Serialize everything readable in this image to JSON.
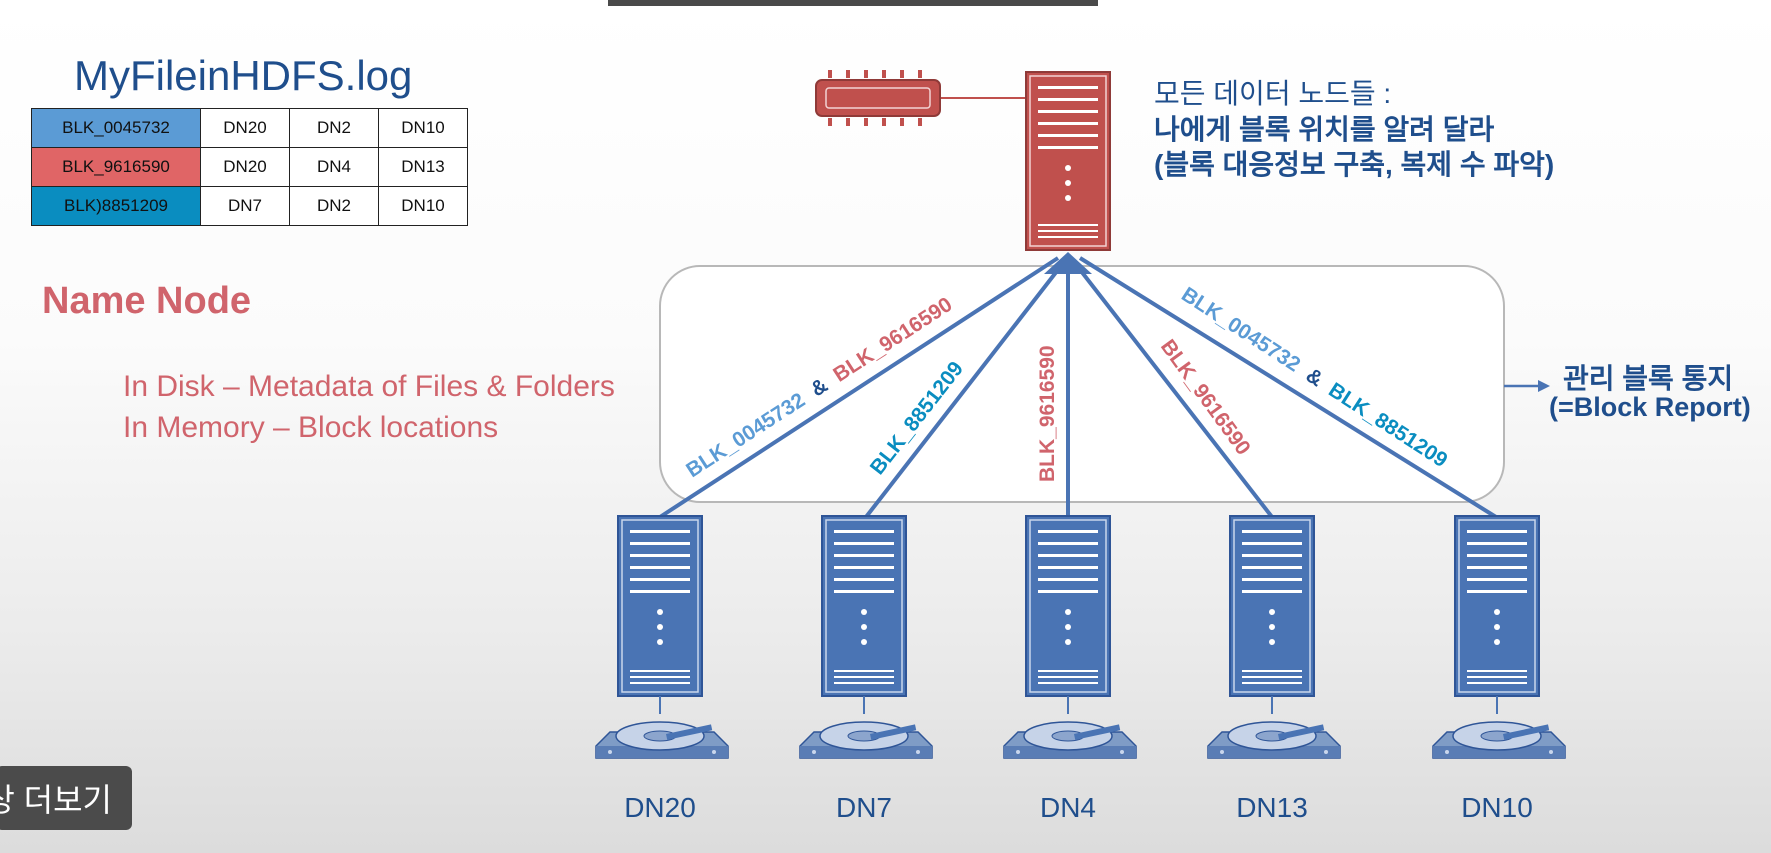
{
  "file_title": "MyFileinHDFS.log",
  "block_table": [
    {
      "block": "BLK_0045732",
      "color": "#5b9bd5",
      "nodes": [
        "DN20",
        "DN2",
        "DN10"
      ]
    },
    {
      "block": "BLK_9616590",
      "color": "#e06566",
      "nodes": [
        "DN20",
        "DN4",
        "DN13"
      ]
    },
    {
      "block": "BLK)8851209",
      "color": "#0a8dc0",
      "nodes": [
        "DN7",
        "DN2",
        "DN10"
      ]
    }
  ],
  "name_node": {
    "title": "Name Node",
    "disk_line": "In Disk – Metadata of Files & Folders",
    "memory_line": "In Memory – Block locations"
  },
  "namenode_note": {
    "line1": "모든 데이터 노드들 :",
    "line2": "나에게 블록 위치를 알려 달라",
    "line3": "(블록 대응정보 구축, 복제 수 파악)"
  },
  "block_report": {
    "line1": "관리 블록 통지",
    "line2": "(=Block Report)"
  },
  "links": {
    "dn20_a": "BLK_0045732",
    "amp": "&",
    "dn20_b": "BLK_9616590",
    "dn7": "BLK_8851209",
    "dn4": "BLK_9616590",
    "dn13": "BLK_9616590",
    "dn10_a": "BLK_0045732",
    "dn10_b": "BLK_8851209"
  },
  "data_nodes": [
    "DN20",
    "DN7",
    "DN4",
    "DN13",
    "DN10"
  ],
  "more_button": "상 더보기",
  "colors": {
    "title_blue": "#1f4e8c",
    "server_blue": "#4a74b4",
    "namenode_red": "#c0504d",
    "light_blue_text": "#5b9bd5",
    "red_text": "#d0646c",
    "teal_text": "#0a8dc0"
  },
  "icons": {
    "name_node_server": "server-icon",
    "memory_chip": "memory-chip-icon",
    "data_node_server": "server-icon",
    "disk": "hard-disk-icon"
  }
}
